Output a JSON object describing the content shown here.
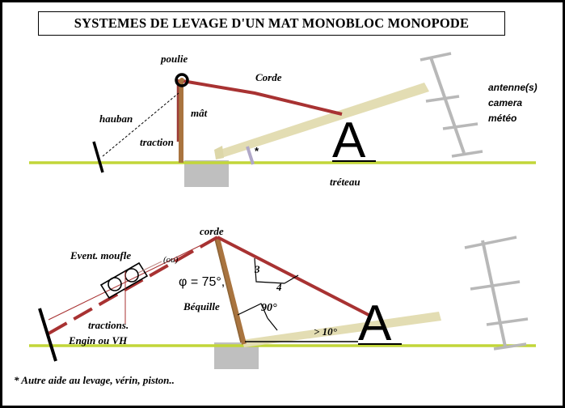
{
  "title": {
    "text": "SYSTEMES  DE LEVAGE D'UN MAT MONOBLOC MONOPODE"
  },
  "colors": {
    "rope": "#a83232",
    "mast": "#a9743f",
    "mast_edge": "#9c3b36",
    "boom": "#e3ddb3",
    "ground": "#c2d639",
    "antenna": "#b8b8b8",
    "pedestal": "#bfbfbf",
    "anchor": "#000000",
    "jack": "#b0a8c8",
    "frame": "#000000"
  },
  "top_diagram": {
    "labels": {
      "poulie": "poulie",
      "corde": "Corde",
      "hauban": "hauban",
      "mat": "mât",
      "traction": "traction",
      "treteau": "tréteau",
      "asterisk": "*",
      "payload_line1": "antenne(s)",
      "payload_line2": "camera",
      "payload_line3": "météo",
      "aframe": "A"
    }
  },
  "bottom_diagram": {
    "labels": {
      "corde": "corde",
      "event_moufle": "Event. moufle",
      "ou": "(ou)",
      "phi": "φ = 75°,",
      "bequille": "Béquille",
      "tractions": "tractions.",
      "engin": "Engin ou VH",
      "ratio_rise": "3",
      "ratio_run": "4",
      "right_angle": "90°",
      "ground_angle": "> 10°",
      "aframe": "A"
    }
  },
  "footnote": {
    "text": "* Autre aide au levage, vérin, piston.."
  }
}
